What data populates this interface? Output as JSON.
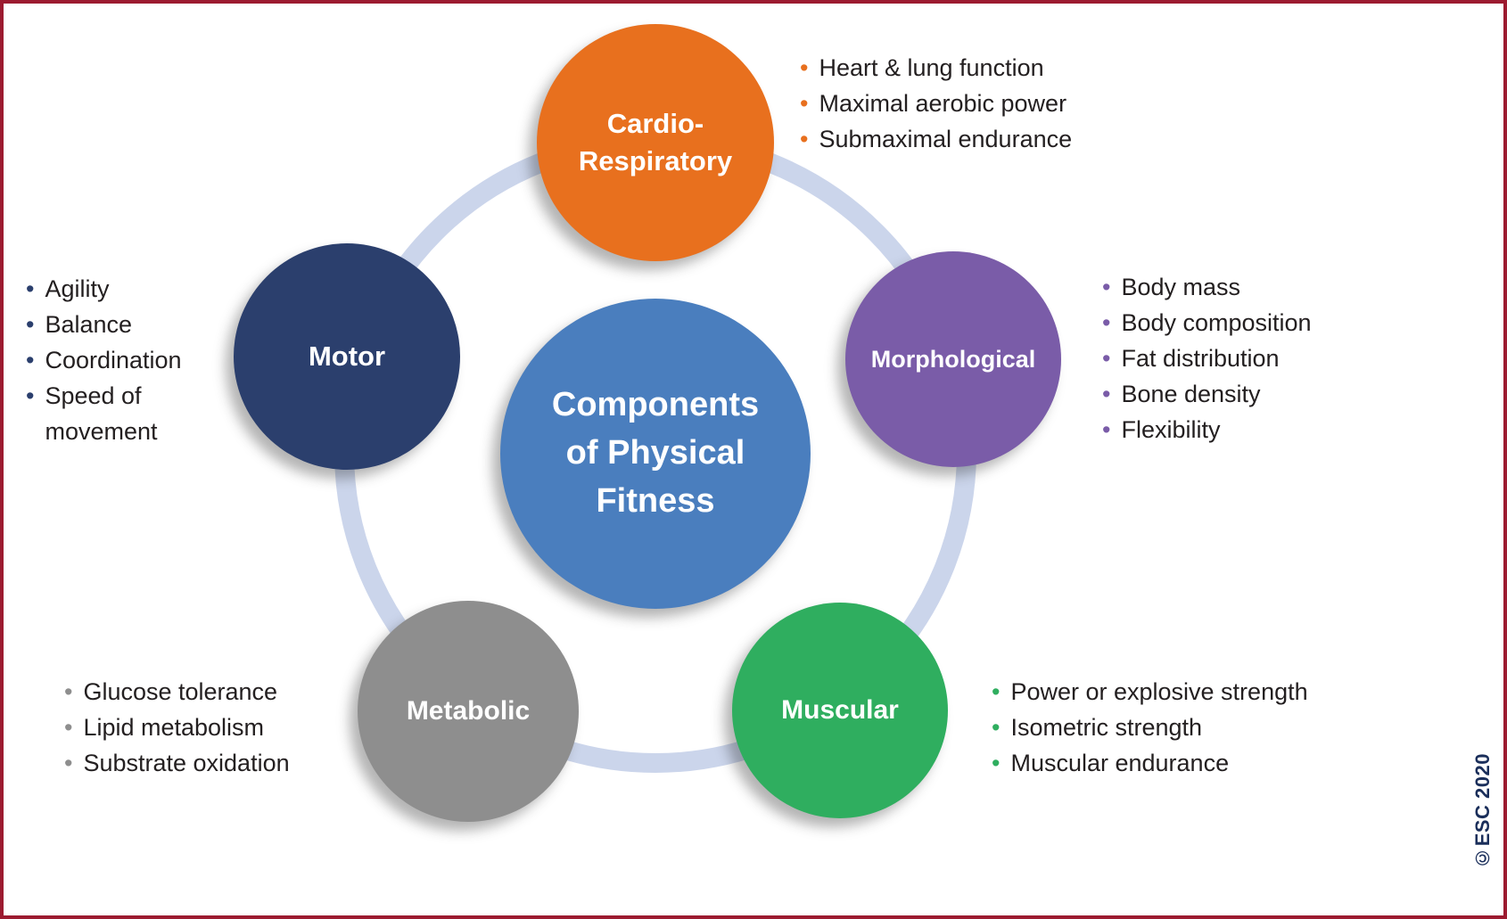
{
  "frame": {
    "border_color": "#9C1B30",
    "background": "#ffffff"
  },
  "ring": {
    "color": "#CBD5EB"
  },
  "center": {
    "title": "Components\nof Physical\nFitness",
    "color": "#4A7EBE",
    "text_color": "#ffffff"
  },
  "clusters": [
    {
      "name": "cardio-respiratory",
      "label": "Cardio-\nRespiratory",
      "color": "#E8701E",
      "items": [
        "Heart & lung function",
        "Maximal aerobic power",
        "Submaximal endurance"
      ]
    },
    {
      "name": "morphological",
      "label": "Morphological",
      "color": "#7A5CA8",
      "items": [
        "Body mass",
        "Body composition",
        "Fat distribution",
        "Bone density",
        "Flexibility"
      ]
    },
    {
      "name": "motor",
      "label": "Motor",
      "color": "#2B3F6D",
      "items": [
        "Agility",
        "Balance",
        "Coordination",
        "Speed of movement"
      ]
    },
    {
      "name": "metabolic",
      "label": "Metabolic",
      "color": "#8E8E8E",
      "items": [
        "Glucose tolerance",
        "Lipid metabolism",
        "Substrate oxidation"
      ]
    },
    {
      "name": "muscular",
      "label": "Muscular",
      "color": "#2FAE5F",
      "items": [
        "Power or explosive strength",
        "Isometric strength",
        "Muscular endurance"
      ]
    }
  ],
  "footer": {
    "credit": "©ESC 2020"
  }
}
